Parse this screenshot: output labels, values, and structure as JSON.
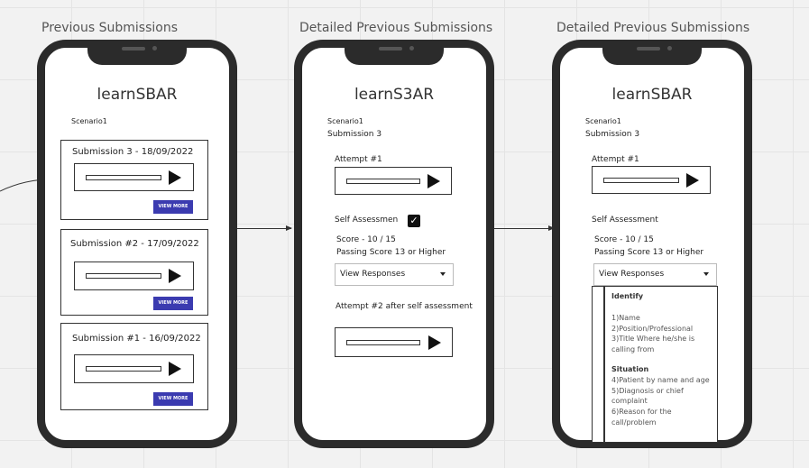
{
  "frames": {
    "f1": "Previous Submissions",
    "f2": "Detailed Previous Submissions",
    "f3": "Detailed Previous Submissions"
  },
  "phone1": {
    "app": "learnSBAR",
    "scenario": "Scenario1",
    "submissions": [
      {
        "title": "Submission 3 - 18/09/2022",
        "button": "VIEW MORE"
      },
      {
        "title": "Submission #2 - 17/09/2022",
        "button": "VIEW MORE"
      },
      {
        "title": "Submission #1 - 16/09/2022",
        "button": "VIEW MORE"
      }
    ]
  },
  "phone2": {
    "app": "learnS3AR",
    "scenario": "Scenario1",
    "submission": "Submission 3",
    "attempt1": "Attempt #1",
    "self_assessment": "Self Assessmen",
    "checkbox": "✓",
    "score": "Score  - 10 / 15",
    "passing": "Passing Score 13 or Higher",
    "dropdown": "View Responses",
    "attempt2": "Attempt #2 after self assessment"
  },
  "phone3": {
    "app": "learnSBAR",
    "scenario": "Scenario1",
    "submission": "Submission 3",
    "attempt1": "Attempt #1",
    "self_assessment": "Self Assessment",
    "score": "Score  - 10 / 15",
    "passing": "Passing Score 13 or Higher",
    "dropdown": "View Responses",
    "responses": {
      "identify_heading": "Identify",
      "identify_items": [
        "1)Name",
        "2)Position/Professional",
        "3)Title Where he/she is",
        "calling from"
      ],
      "situation_heading": "Situation",
      "situation_items": [
        "4)Patient by name and age",
        "5)Diagnosis or chief",
        "complaint",
        "6)Reason for the",
        "call/problem"
      ]
    }
  }
}
